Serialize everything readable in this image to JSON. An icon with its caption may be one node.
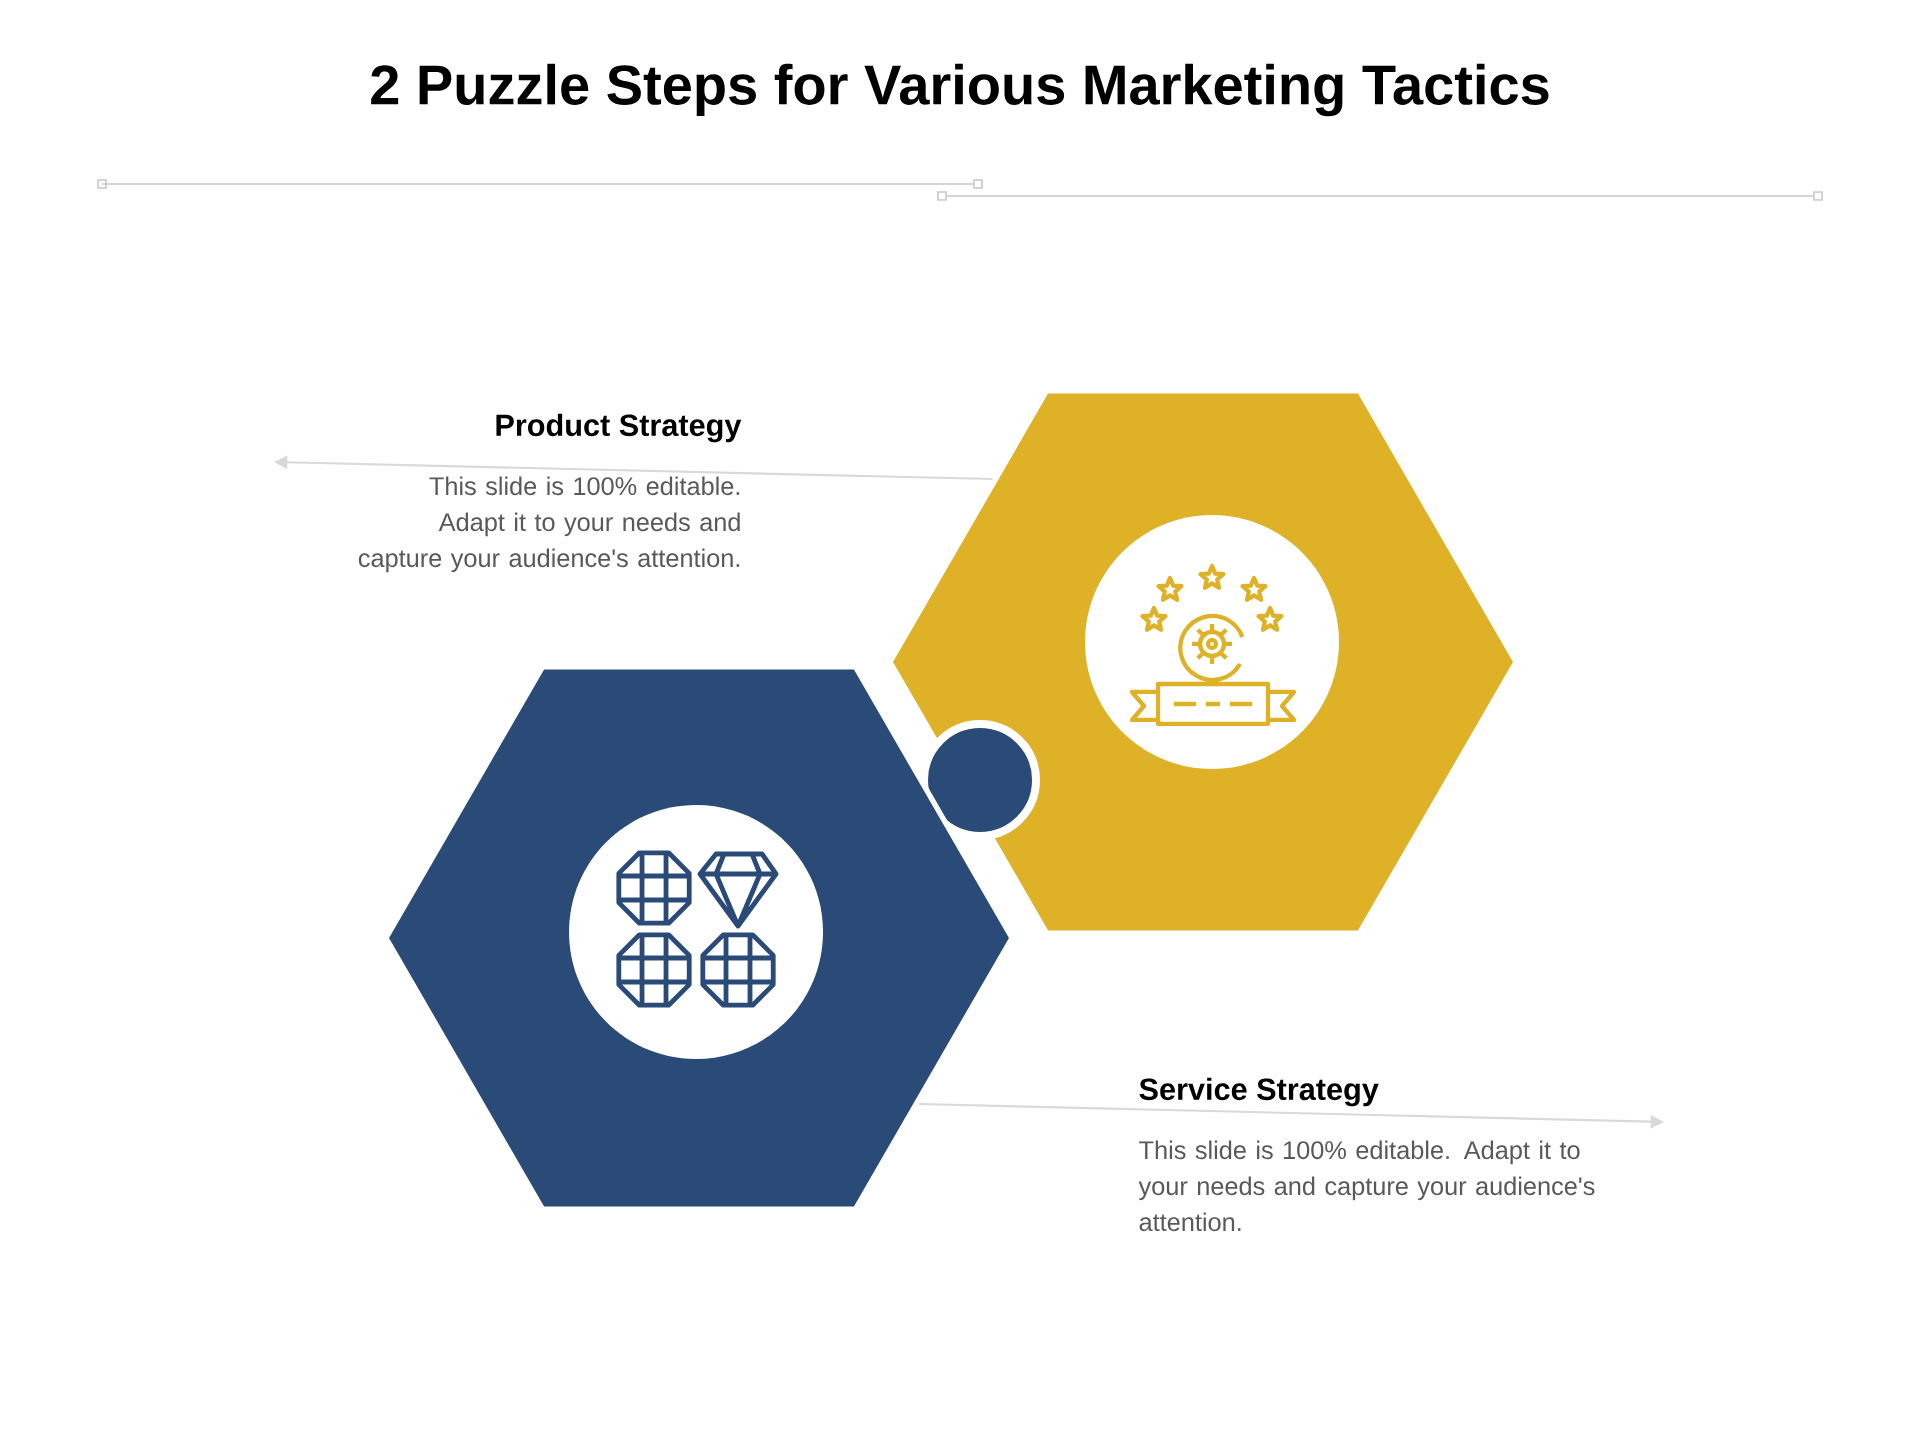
{
  "diagram": {
    "title": "2 Puzzle Steps for Various Marketing Tactics",
    "nodes": [
      {
        "text": [],
        "shape": "hexagon",
        "beside": [
          "Product Strategy",
          "This slide is 100% editable. Adapt it to your needs and capture your audience's attention."
        ]
      },
      {
        "text": [],
        "shape": "hexagon",
        "beside": [
          "Service Strategy",
          "This slide is 100% editable. Adapt it to your needs and capture your audience's attention."
        ]
      }
    ],
    "edges": [
      {
        "from": 0,
        "to": null,
        "arrow": "to"
      },
      {
        "from": 1,
        "to": null,
        "arrow": "to"
      }
    ]
  }
}
